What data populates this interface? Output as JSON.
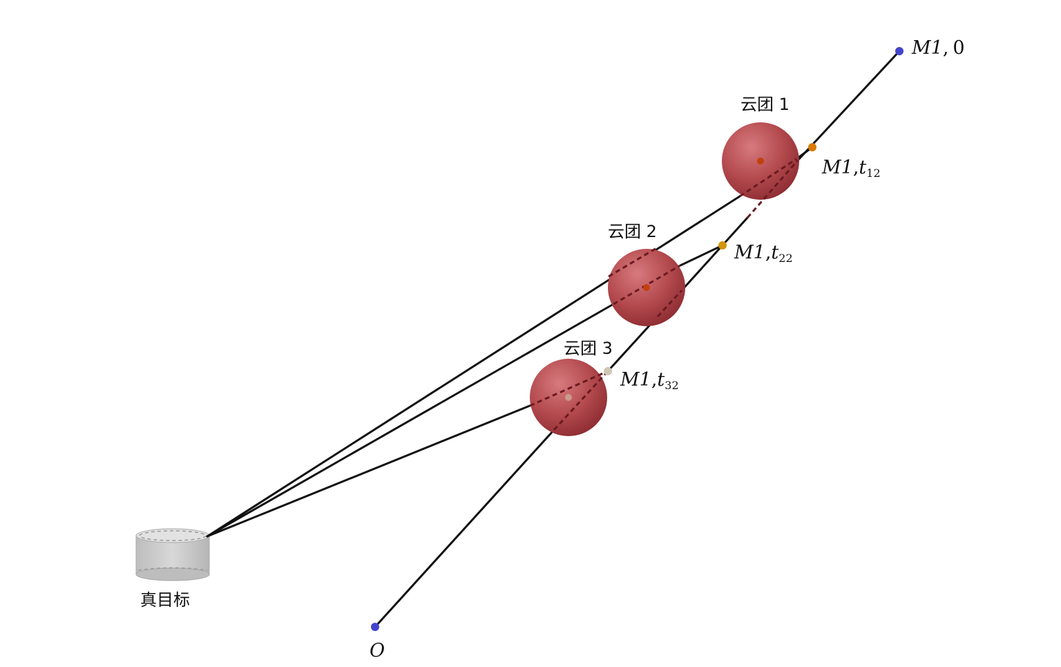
{
  "target": {
    "label": "真目标"
  },
  "origin": {
    "label": "O"
  },
  "missile_start": {
    "label_main": "M1",
    "label_comma": ",",
    "label_value": "0"
  },
  "clouds": [
    {
      "label": "云团 1",
      "point": {
        "main": "M1",
        "comma": ",",
        "var": "t",
        "sub": "12"
      }
    },
    {
      "label": "云团 2",
      "point": {
        "main": "M1",
        "comma": ",",
        "var": "t",
        "sub": "22"
      }
    },
    {
      "label": "云团 3",
      "point": {
        "main": "M1",
        "comma": ",",
        "var": "t",
        "sub": "32"
      }
    }
  ],
  "colors": {
    "line": "#111111",
    "sphere": "#b34a4e",
    "sphere_dark": "#7a1f25",
    "endpoint": "#4444cc",
    "point_orange": "#d97a00",
    "point_gold": "#d4950a",
    "point_beige": "#cfc8b6",
    "cylinder": "#c9c9c9"
  }
}
